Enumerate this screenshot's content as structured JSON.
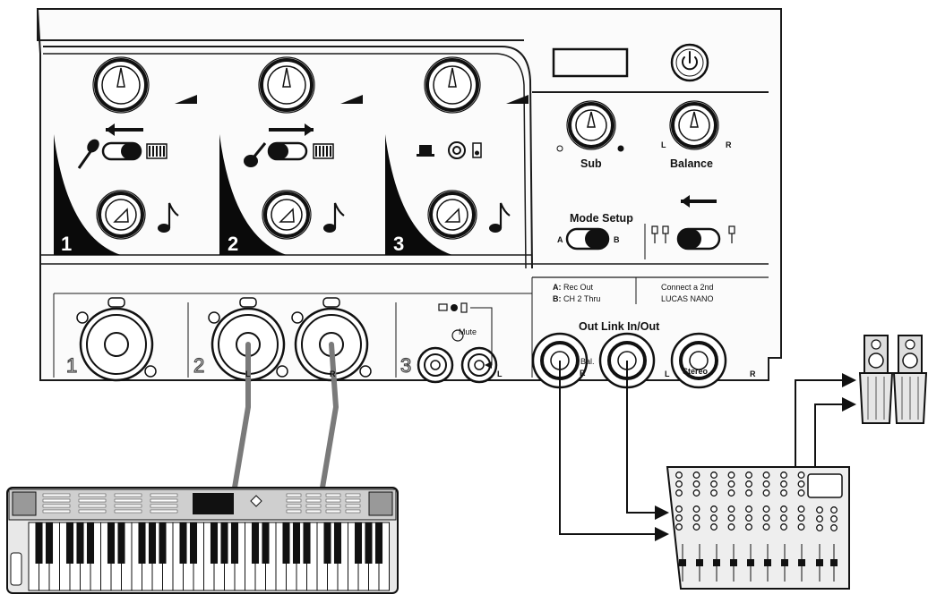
{
  "channels": [
    {
      "number": "1",
      "jack_label": "1"
    },
    {
      "number": "2",
      "jack_label": "2",
      "left": "L",
      "right": "R"
    },
    {
      "number": "3",
      "jack_label": "3",
      "left": "L",
      "mute": "Mute"
    }
  ],
  "master": {
    "sub_label": "Sub",
    "balance_label": "Balance",
    "balance_left": "L",
    "balance_right": "R",
    "mode_setup_label": "Mode Setup",
    "switch_a": "A",
    "switch_b": "B"
  },
  "notes": {
    "a_prefix": "A:",
    "a_text": "Rec Out",
    "b_prefix": "B:",
    "b_text": "CH 2 Thru",
    "connect_line1": "Connect a 2nd",
    "connect_line2": "LUCAS NANO"
  },
  "outputs": {
    "title": "Out Link In/Out",
    "bal_label": "Bal.",
    "bal_right": "R",
    "stereo_left": "L",
    "stereo_label": "Stereo",
    "stereo_right": "R"
  },
  "colors": {
    "line": "#1a1a1a",
    "panel": "#f4f4f4",
    "cable": "#7a7a7a",
    "fill_dark": "#0a0a0a"
  },
  "icons": [
    "microphone-icon",
    "guitar-icon",
    "laptop-icon",
    "cd-icon",
    "mp3-player-icon",
    "music-note-icon",
    "power-icon",
    "arrow-left-icon",
    "arrow-right-icon",
    "eq-bars-icon",
    "speaker-icon"
  ]
}
